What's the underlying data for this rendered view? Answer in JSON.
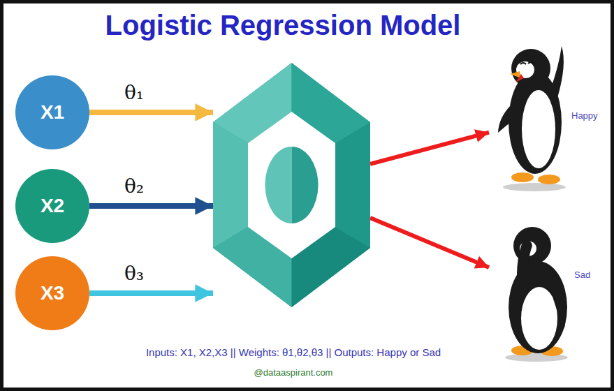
{
  "diagram": {
    "title": "Logistic Regression Model",
    "nodes": [
      {
        "text": [
          "X1"
        ]
      },
      {
        "text": [
          "X2"
        ]
      },
      {
        "text": [
          "X3"
        ]
      },
      {
        "text": []
      },
      {
        "text": [
          "Happy"
        ]
      },
      {
        "text": [
          "Sad"
        ]
      }
    ],
    "edges": [
      {
        "from": 0,
        "to": 3,
        "label": "θ₁",
        "arrow": "to"
      },
      {
        "from": 1,
        "to": 3,
        "label": "θ₂",
        "arrow": "to"
      },
      {
        "from": 2,
        "to": 3,
        "label": "θ₃",
        "arrow": "to"
      },
      {
        "from": 3,
        "to": 4,
        "arrow": "to"
      },
      {
        "from": 3,
        "to": 5,
        "arrow": "to"
      }
    ],
    "labels": [
      "Inputs: X1, X2,X3 || Weights: θ1,θ2,θ3 || Outputs: Happy or Sad",
      "@dataaspirant.com"
    ]
  }
}
